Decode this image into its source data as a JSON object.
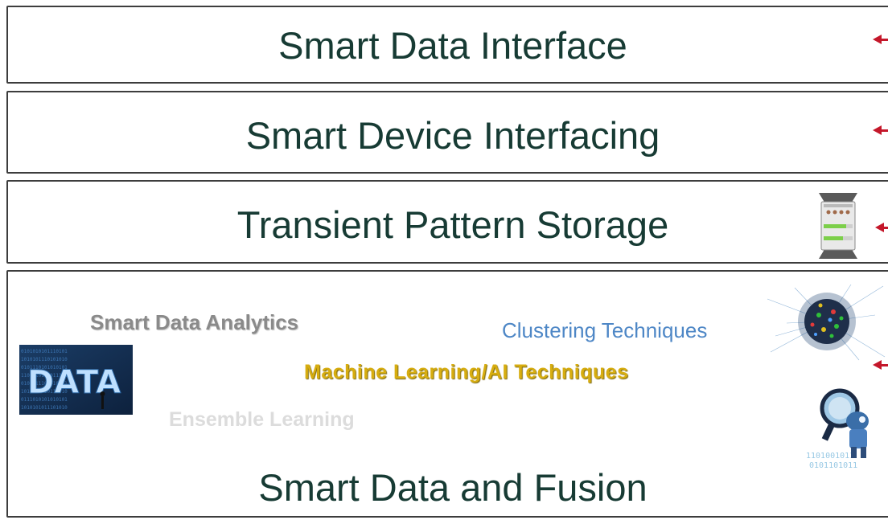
{
  "layers": [
    {
      "title": "Smart Data Interface"
    },
    {
      "title": "Smart Device Interfacing"
    },
    {
      "title": "Transient Pattern Storage"
    },
    {
      "title": "Smart Data and Fusion"
    }
  ],
  "techniques": {
    "analytics": "Smart Data Analytics",
    "clustering": "Clustering Techniques",
    "machine_learning": "Machine Learning/AI Techniques",
    "ensemble": "Ensemble Learning"
  },
  "images": {
    "data_screen": "DATA",
    "storage_icon": "storage-device-icon",
    "network_graph": "network-cluster-image",
    "robot": "magnifier-robot-image"
  },
  "colors": {
    "arrow": "#c4172a",
    "title_text": "#173b34",
    "clustering": "#4e87c6",
    "machine_learning": "#d7ad10"
  }
}
